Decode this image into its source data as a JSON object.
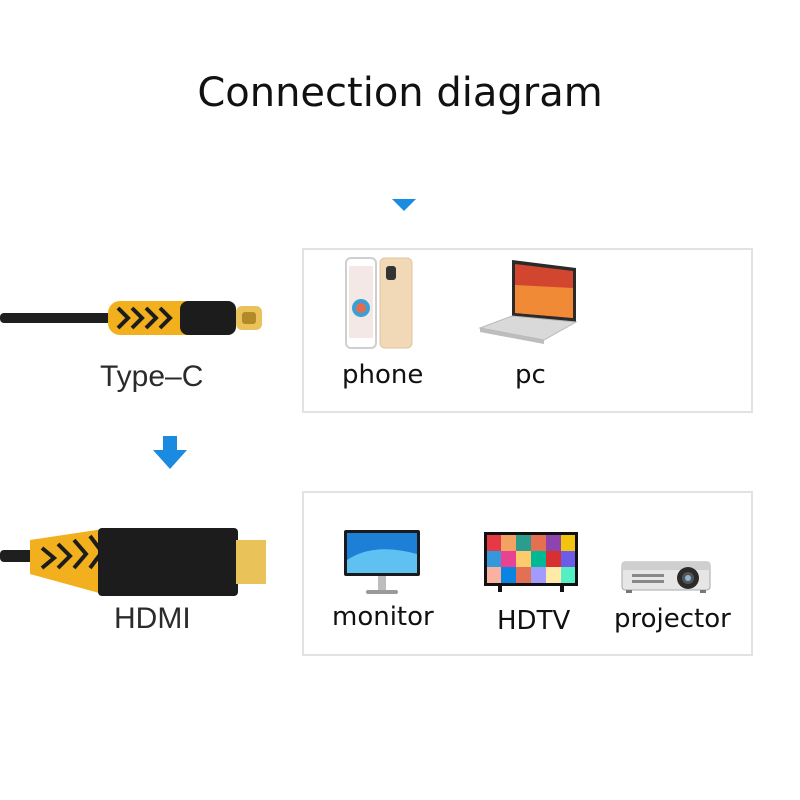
{
  "title": "Connection diagram",
  "connectors": {
    "source": "Type–C",
    "target": "HDMI"
  },
  "source_devices": [
    {
      "label": "phone",
      "icon": "phone-icon"
    },
    {
      "label": "pc",
      "icon": "laptop-icon"
    }
  ],
  "target_devices": [
    {
      "label": "monitor",
      "icon": "monitor-icon"
    },
    {
      "label": "HDTV",
      "icon": "tv-icon"
    },
    {
      "label": "projector",
      "icon": "projector-icon"
    }
  ],
  "colors": {
    "arrow": "#1a8be0",
    "connector_yellow": "#f2b01e",
    "connector_black": "#1c1c1c",
    "plug_gold": "#e9c25a"
  }
}
